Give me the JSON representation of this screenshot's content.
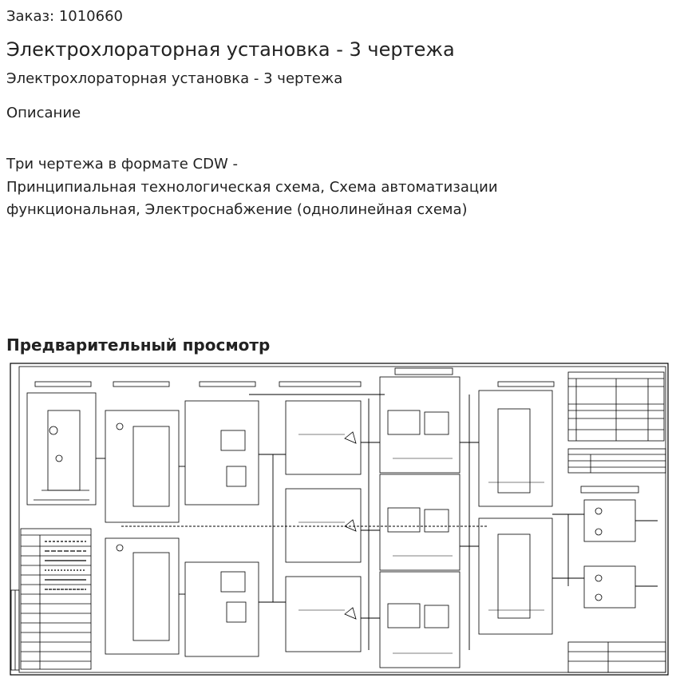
{
  "order": {
    "text": "Заказ: 1010660"
  },
  "product": {
    "title": "Электрохлораторная установка - 3 чертежа",
    "subtitle": "Электрохлораторная установка - 3 чертежа"
  },
  "description": {
    "heading": "Описание",
    "body": "Три чертежа в формате CDW -\nПринципиальная технологическая схема, Схема автоматизации\nфункциональная, Электроснабжение (однолинейная схема)"
  },
  "preview": {
    "heading": "Предварительный просмотр",
    "image_kind": "engineering-drawing"
  },
  "colors": {
    "text": "#222222",
    "drawing_line": "#000000",
    "background": "#ffffff"
  }
}
